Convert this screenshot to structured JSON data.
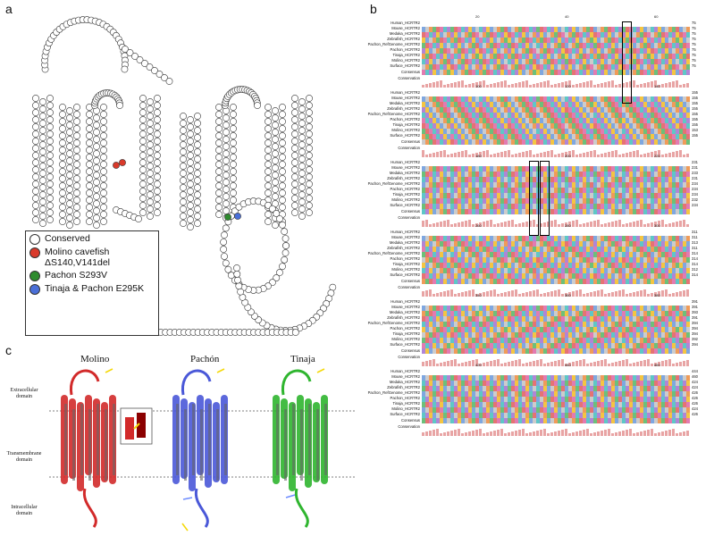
{
  "panels": {
    "a": "a",
    "b": "b",
    "c": "c"
  },
  "legend": {
    "items": [
      {
        "label": "Conserved",
        "color": "#ffffff"
      },
      {
        "label": "Molino cavefish ΔS140,V141del",
        "color": "#d93a2b"
      },
      {
        "label": "Pachon S293V",
        "color": "#2e8b2e"
      },
      {
        "label": "Tinaja & Pachon E295K",
        "color": "#4a6fd8"
      }
    ]
  },
  "alignment": {
    "species": [
      "Human_HCRTR2",
      "Mouse_HCRTR2",
      "Medaka_HCRTR2",
      "Zebrafish_HCRTR2",
      "Pachon_RefGenome_HCRTR2",
      "Pachon_HCRTR2",
      "Tinaja_HCRTR2",
      "Molino_HCRTR2",
      "Surface_HCRTR2"
    ],
    "consensus_label": "Consensus",
    "conservation_label": "Conservation",
    "blocks": [
      {
        "ends": [
          "75",
          "75",
          "75",
          "75",
          "75",
          "75",
          "75",
          "75",
          "75"
        ],
        "ticks": [
          "20",
          "40",
          "60"
        ]
      },
      {
        "ends": [
          "155",
          "155",
          "155",
          "155",
          "155",
          "155",
          "155",
          "153",
          "155"
        ],
        "ticks": [
          "100",
          "120",
          "140"
        ]
      },
      {
        "ends": [
          "231",
          "231",
          "233",
          "231",
          "234",
          "234",
          "234",
          "232",
          "234"
        ],
        "ticks": [
          "180",
          "200",
          "220"
        ]
      },
      {
        "ends": [
          "311",
          "311",
          "313",
          "311",
          "314",
          "314",
          "314",
          "312",
          "314"
        ],
        "ticks": [
          "260",
          "280",
          "300"
        ]
      },
      {
        "ends": [
          "391",
          "391",
          "393",
          "391",
          "394",
          "394",
          "394",
          "392",
          "394"
        ],
        "ticks": [
          "340",
          "360",
          "380"
        ]
      },
      {
        "ends": [
          "444",
          "460",
          "424",
          "424",
          "426",
          "426",
          "426",
          "424",
          "426"
        ],
        "ticks": [
          "420",
          "440",
          "460"
        ]
      }
    ]
  },
  "structures": {
    "titles": [
      "Molino",
      "Pachón",
      "Tinaja"
    ],
    "domains": [
      "Extracellular domain",
      "Transmembrane domain",
      "Intracellular domain"
    ]
  }
}
